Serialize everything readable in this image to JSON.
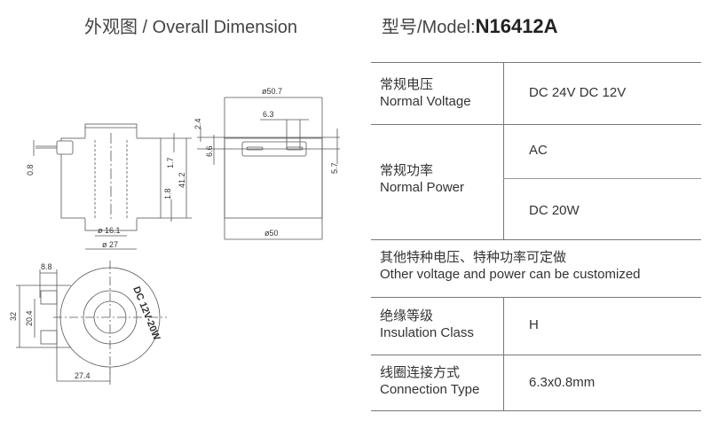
{
  "left_title": "外观图 / Overall Dimension",
  "model": {
    "prefix": "型号/Model:",
    "number": "N16412A"
  },
  "drawing": {
    "side": {
      "d_top": "",
      "d_16_1": "ø 16.1",
      "d_27": "ø 27",
      "h_0_8": "0.8",
      "h_1_7": "1.7",
      "h_1_8": "1.8",
      "h_41_2": "41.2"
    },
    "front": {
      "d_50_7": "ø50.7",
      "d_50": "ø50",
      "w_6_3": "6.3",
      "h_2_4": "2.4",
      "h_6_6": "6.6",
      "h_5_7": "5.7"
    },
    "top": {
      "w_8_8": "8.8",
      "h_32": "32",
      "h_20_4": "20.4",
      "w_27_4": "27.4",
      "marking": "DC 12V-20W"
    }
  },
  "specs": {
    "voltage": {
      "cn": "常规电压",
      "en": "Normal Voltage",
      "value": "DC 24V  DC 12V"
    },
    "power": {
      "cn": "常规功率",
      "en": "Normal Power",
      "ac": "AC",
      "dc": "DC 20W"
    },
    "custom": {
      "cn": "其他特种电压、特种功率可定做",
      "en": "Other voltage and power can be customized"
    },
    "insulation": {
      "cn": "绝缘等级",
      "en": "Insulation Class",
      "value": "H"
    },
    "connection": {
      "cn": "线圈连接方式",
      "en": "Connection Type",
      "value": "6.3x0.8mm"
    }
  }
}
